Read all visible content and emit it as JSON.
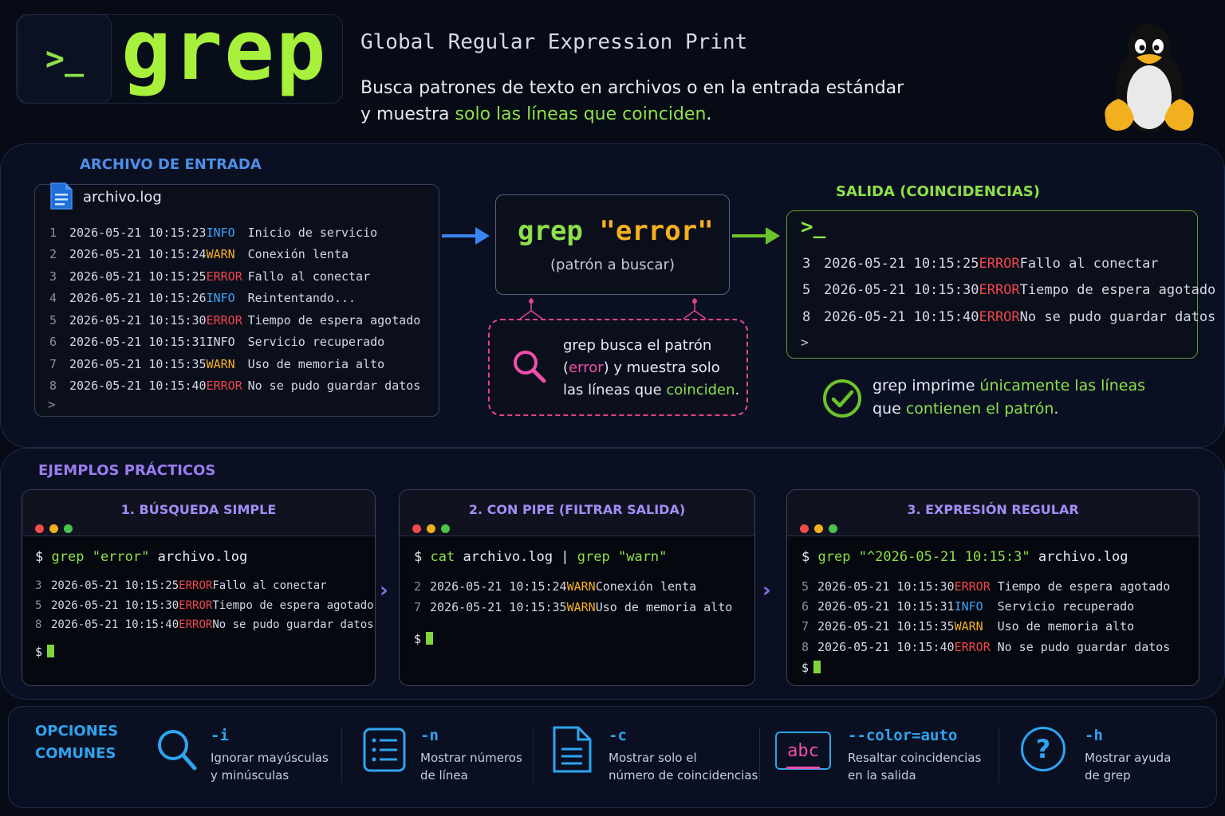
{
  "header": {
    "prompt_symbol": ">_",
    "logo_word": "grep",
    "title": "Global Regular Expression Print",
    "desc_line1": "Busca patrones de texto en archivos o en la entrada estándar",
    "desc_line2_prefix": "y muestra ",
    "desc_line2_highlight": "solo las líneas que coinciden",
    "desc_line2_suffix": "."
  },
  "input": {
    "title": "ARCHIVO DE ENTRADA",
    "filename": "archivo.log",
    "lines": [
      {
        "n": "1",
        "ts": "2026-05-21 10:15:23",
        "level": "INFO",
        "level_color": "#3fa2f6",
        "msg": "Inicio de servicio"
      },
      {
        "n": "2",
        "ts": "2026-05-21 10:15:24",
        "level": "WARN",
        "level_color": "#f5b021",
        "msg": "Conexión lenta"
      },
      {
        "n": "3",
        "ts": "2026-05-21 10:15:25",
        "level": "ERROR",
        "level_color": "#f0464c",
        "msg": "Fallo al conectar"
      },
      {
        "n": "4",
        "ts": "2026-05-21 10:15:26",
        "level": "INFO",
        "level_color": "#3fa2f6",
        "msg": "Reintentando..."
      },
      {
        "n": "5",
        "ts": "2026-05-21 10:15:30",
        "level": "ERROR",
        "level_color": "#f0464c",
        "msg": "Tiempo de espera agotado"
      },
      {
        "n": "6",
        "ts": "2026-05-21 10:15:31",
        "level": "INFO",
        "level_color": "#d4d8e2",
        "msg": "Servicio recuperado"
      },
      {
        "n": "7",
        "ts": "2026-05-21 10:15:35",
        "level": "WARN",
        "level_color": "#f5b021",
        "msg": "Uso de memoria alto"
      },
      {
        "n": "8",
        "ts": "2026-05-21 10:15:40",
        "level": "ERROR",
        "level_color": "#f0464c",
        "msg": "No se pudo guardar datos"
      }
    ],
    "caret": ">"
  },
  "grep_box": {
    "cmd_word": "grep",
    "cmd_arg": "\"error\"",
    "hint": "(patrón a buscar)"
  },
  "explain": {
    "line1": "grep busca el patrón",
    "line2_open": "(",
    "line2_hl": "error",
    "line2_rest": ") y muestra solo",
    "line3_prefix": "las líneas que ",
    "line3_hl": "coinciden",
    "line3_suffix": "."
  },
  "output": {
    "title": "SALIDA (COINCIDENCIAS)",
    "prompt": ">_",
    "lines": [
      {
        "n": "3",
        "ts": "2026-05-21 10:15:25",
        "level": "ERROR",
        "msg": "Fallo al conectar"
      },
      {
        "n": "5",
        "ts": "2026-05-21 10:15:30",
        "level": "ERROR",
        "msg": "Tiempo de espera agotado"
      },
      {
        "n": "8",
        "ts": "2026-05-21 10:15:40",
        "level": "ERROR",
        "msg": "No se pudo guardar datos"
      }
    ],
    "caret": ">",
    "note_line1_prefix": "grep imprime ",
    "note_line1_hl": "únicamente las líneas",
    "note_line2_prefix": "que ",
    "note_line2_hl": "contienen el patrón",
    "note_line2_suffix": "."
  },
  "examples": {
    "title": "EJEMPLOS PRÁCTICOS",
    "cards": [
      {
        "title": "1. BÚSQUEDA SIMPLE",
        "cmd": {
          "dollar": "$",
          "c1": "grep",
          "c2": "\"error\"",
          "c3": "archivo.log"
        },
        "lines": [
          {
            "n": "3",
            "ts": "2026-05-21 10:15:25",
            "level": "ERROR",
            "level_color": "#f0464c",
            "msg": "Fallo al conectar"
          },
          {
            "n": "5",
            "ts": "2026-05-21 10:15:30",
            "level": "ERROR",
            "level_color": "#f0464c",
            "msg": "Tiempo de espera agotado"
          },
          {
            "n": "8",
            "ts": "2026-05-21 10:15:40",
            "level": "ERROR",
            "level_color": "#f0464c",
            "msg": "No se pudo guardar datos"
          }
        ],
        "prompt": "$"
      },
      {
        "title": "2. CON PIPE (FILTRAR SALIDA)",
        "cmd": {
          "dollar": "$",
          "c1": "cat",
          "c2": "archivo.log |",
          "c3": "grep",
          "c4": "\"warn\""
        },
        "lines": [
          {
            "n": "2",
            "ts": "2026-05-21 10:15:24",
            "level": "WARN",
            "level_color": "#f5b021",
            "msg": "Conexión lenta"
          },
          {
            "n": "7",
            "ts": "2026-05-21 10:15:35",
            "level": "WARN",
            "level_color": "#f5b021",
            "msg": "Uso de memoria alto"
          }
        ],
        "prompt": "$"
      },
      {
        "title": "3. EXPRESIÓN REGULAR",
        "cmd": {
          "dollar": "$",
          "c1": "grep",
          "c2": "\"^2026-05-21 10:15:3\"",
          "c3": "archivo.log"
        },
        "lines": [
          {
            "n": "5",
            "ts": "2026-05-21 10:15:30",
            "level": "ERROR",
            "level_color": "#f0464c",
            "msg": "Tiempo de espera agotado"
          },
          {
            "n": "6",
            "ts": "2026-05-21 10:15:31",
            "level": "INFO",
            "level_color": "#3fa2f6",
            "msg": "Servicio recuperado"
          },
          {
            "n": "7",
            "ts": "2026-05-21 10:15:35",
            "level": "WARN",
            "level_color": "#f5b021",
            "msg": "Uso de memoria alto"
          },
          {
            "n": "8",
            "ts": "2026-05-21 10:15:40",
            "level": "ERROR",
            "level_color": "#f0464c",
            "msg": "No se pudo guardar datos"
          }
        ],
        "prompt": "$"
      }
    ],
    "chevron": "›"
  },
  "options": {
    "title_line1": "OPCIONES",
    "title_line2": "COMUNES",
    "items": [
      {
        "icon": "search-icon",
        "flag": "-i",
        "desc1": "Ignorar mayúsculas",
        "desc2": "y minúsculas"
      },
      {
        "icon": "list-icon",
        "flag": "-n",
        "desc1": "Mostrar números",
        "desc2": "de línea"
      },
      {
        "icon": "document-icon",
        "flag": "-c",
        "desc1": "Mostrar solo el",
        "desc2": "número de coincidencias"
      },
      {
        "icon": "abc-highlight-icon",
        "icon_text": "abc",
        "flag": "--color=auto",
        "desc1": "Resaltar coincidencias",
        "desc2": "en la salida"
      },
      {
        "icon": "help-icon",
        "icon_text": "?",
        "flag": "-h",
        "desc1": "Mostrar ayuda",
        "desc2": "de grep"
      }
    ]
  },
  "colors": {
    "green": "#8ee04a",
    "blue": "#3fa2f6",
    "orange": "#f5b021",
    "red": "#f0464c",
    "pink": "#f04faa",
    "purple": "#9b7cf0",
    "background": "#070b16"
  }
}
